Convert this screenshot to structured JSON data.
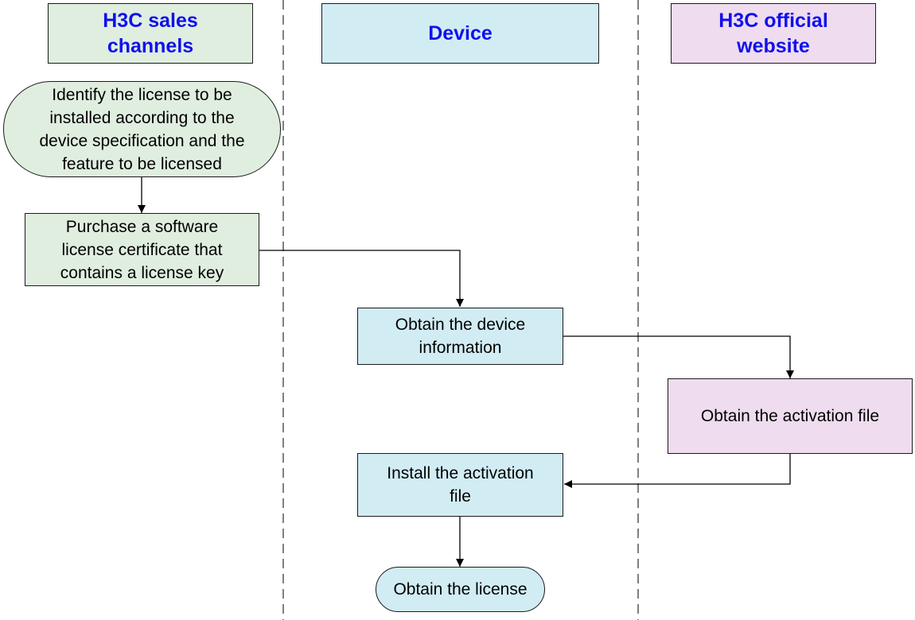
{
  "colors": {
    "sales_fill": "#e0eedf",
    "device_fill": "#d2ecf4",
    "website_fill": "#efdcef",
    "header_text": "#1010ee",
    "lane_divider": "#808080"
  },
  "lanes": [
    {
      "id": "sales",
      "label": "H3C sales\nchannels"
    },
    {
      "id": "device",
      "label": "Device"
    },
    {
      "id": "website",
      "label": "H3C official\nwebsite"
    }
  ],
  "steps": {
    "identify": {
      "shape": "rounded-rectangle",
      "lane": "sales",
      "label": "Identify the license to be\ninstalled according to the\ndevice specification and the\nfeature to be licensed"
    },
    "purchase": {
      "shape": "rectangle",
      "lane": "sales",
      "label": "Purchase a software\nlicense certificate that\ncontains a license key"
    },
    "device_info": {
      "shape": "rectangle",
      "lane": "device",
      "label": "Obtain the device\ninformation"
    },
    "activation_file": {
      "shape": "rectangle",
      "lane": "website",
      "label": "Obtain the activation file"
    },
    "install": {
      "shape": "rectangle",
      "lane": "device",
      "label": "Install the activation\nfile"
    },
    "license": {
      "shape": "rounded-rectangle",
      "lane": "device",
      "label": "Obtain the license"
    }
  },
  "flow": [
    {
      "from": "identify",
      "to": "purchase"
    },
    {
      "from": "purchase",
      "to": "device_info"
    },
    {
      "from": "device_info",
      "to": "activation_file"
    },
    {
      "from": "activation_file",
      "to": "install"
    },
    {
      "from": "install",
      "to": "license"
    }
  ]
}
